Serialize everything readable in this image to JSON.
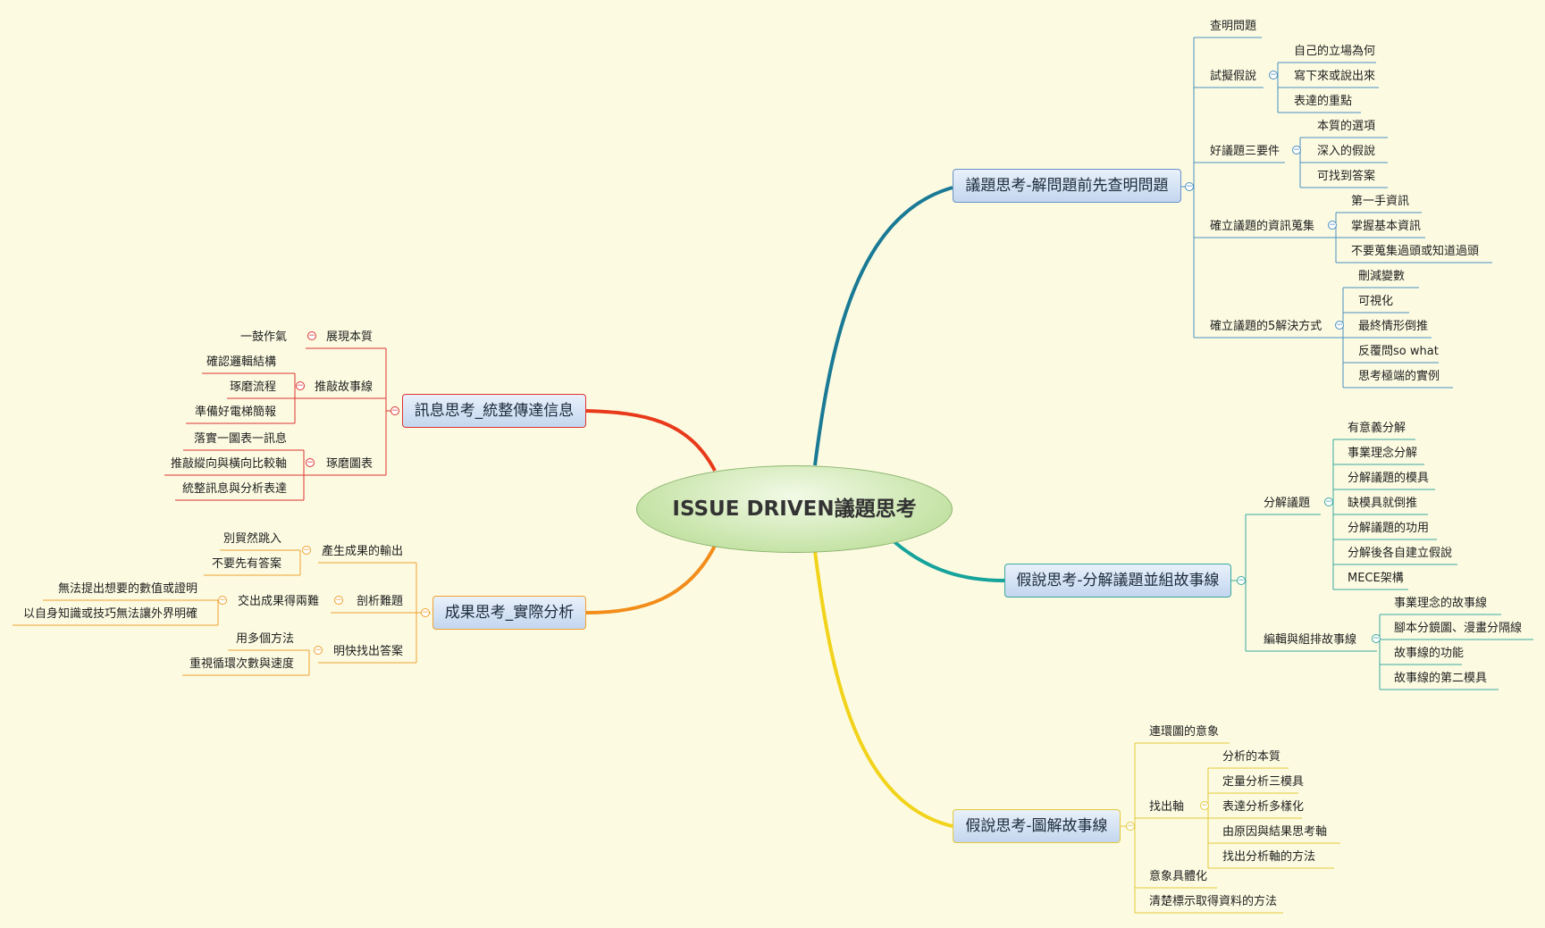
{
  "root": "ISSUE DRIVEN議題思考",
  "topics": {
    "t1": "議題思考-解問題前先查明問題",
    "t2": "假說思考-分解議題並組故事線",
    "t3": "假說思考-圖解故事線",
    "t4": "訊息思考_統整傳達信息",
    "t5": "成果思考_實際分析"
  },
  "t1": {
    "a": "查明問題",
    "b": "試擬假說",
    "b1": "自己的立場為何",
    "b2": "寫下來或說出來",
    "b3": "表達的重點",
    "c": "好議題三要件",
    "c1": "本質的選項",
    "c2": "深入的假說",
    "c3": "可找到答案",
    "d": "確立議題的資訊蒐集",
    "d1": "第一手資訊",
    "d2": "掌握基本資訊",
    "d3": "不要蒐集過頭或知道過頭",
    "e": "確立議題的5解決方式",
    "e1": "刪減變數",
    "e2": "可視化",
    "e3": "最終情形倒推",
    "e4": "反覆問so what",
    "e5": "思考極端的實例"
  },
  "t2": {
    "a": "分解議題",
    "a1": "有意義分解",
    "a2": "事業理念分解",
    "a3": "分解議題的模具",
    "a4": "缺模具就倒推",
    "a5": "分解議題的功用",
    "a6": "分解後各自建立假說",
    "a7": "MECE架構",
    "b": "編輯與組排故事線",
    "b1": "事業理念的故事線",
    "b2": "腳本分鏡圖、漫畫分隔線",
    "b3": "故事線的功能",
    "b4": "故事線的第二模具"
  },
  "t3": {
    "a": "連環圖的意象",
    "b": "找出軸",
    "b1": "分析的本質",
    "b2": "定量分析三模具",
    "b3": "表達分析多樣化",
    "b4": "由原因與結果思考軸",
    "b5": "找出分析軸的方法",
    "c": "意象具體化",
    "d": "清楚標示取得資料的方法"
  },
  "t4": {
    "a": "展現本質",
    "a1": "一鼓作氣",
    "b": "推敲故事線",
    "b1": "確認邏輯結構",
    "b2": "琢磨流程",
    "b3": "準備好電梯簡報",
    "c": "琢磨圖表",
    "c1": "落實一圖表一訊息",
    "c2": "推敲縱向與橫向比較軸",
    "c3": "統整訊息與分析表達"
  },
  "t5": {
    "a": "產生成果的輸出",
    "a1": "別貿然跳入",
    "a2": "不要先有答案",
    "b": "剖析難題",
    "b1": "交出成果得兩難",
    "b11": "無法提出想要的數值或證明",
    "b12": "以自身知識或技巧無法讓外界明確",
    "c": "明快找出答案",
    "c1": "用多個方法",
    "c2": "重視循環次數與速度"
  },
  "colors": {
    "bg": "#fcfbe2",
    "t1": "#1a7a95",
    "t2": "#16a39b",
    "t3": "#f2d31b",
    "t4": "#e83a1a",
    "t5": "#f28c1a",
    "lines_blue": "#4a8fc0",
    "lines_teal": "#3aa79f",
    "lines_yellow": "#e4c93a",
    "lines_red": "#d33",
    "lines_orange": "#f0a030"
  }
}
